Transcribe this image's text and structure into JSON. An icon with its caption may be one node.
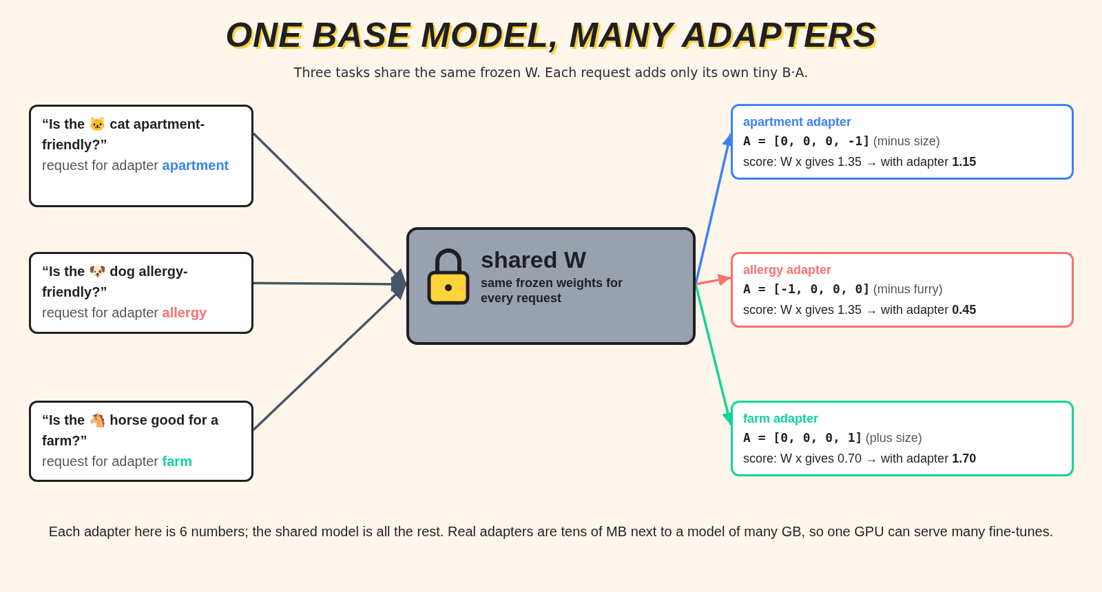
{
  "diagram": {
    "title": "ONE BASE MODEL, MANY ADAPTERS",
    "caption": "Each adapter here is 6 numbers; the shared model is all the rest. Real adapters are tens of MB next to a model of many GB, so one GPU can serve many fine-tunes.",
    "nodes": [
      {
        "text": [
          "“Is the 🐱 cat apartment-friendly?”",
          "request for adapter **apartment**"
        ]
      },
      {
        "text": [
          "“Is the 🐶 dog allergy-friendly?”",
          "request for adapter **allergy**"
        ]
      },
      {
        "text": [
          "“Is the 🐴 horse good for a farm?”",
          "request for adapter **farm**"
        ]
      },
      {
        "text": [
          "shared W",
          "same frozen weights for every request"
        ]
      },
      {
        "text": [
          "apartment adapter",
          "A = [0, 0, 0, -1]",
          "(minus size)",
          "score: W x gives 1.35 → with adapter **1.15**"
        ]
      },
      {
        "text": [
          "allergy adapter",
          "A = [-1, 0, 0, 0]",
          "(minus furry)",
          "score: W x gives 1.35 → with adapter **0.45**"
        ]
      },
      {
        "text": [
          "farm adapter",
          "A = [0, 0, 0, 1]",
          "(plus size)",
          "score: W x gives 0.70 → with adapter **1.70**"
        ]
      }
    ],
    "edges": [
      {
        "from": 0,
        "to": 3,
        "arrow": "to"
      },
      {
        "from": 1,
        "to": 3,
        "arrow": "to"
      },
      {
        "from": 2,
        "to": 3,
        "arrow": "to"
      },
      {
        "from": 3,
        "to": 4,
        "arrow": "to",
        "color": "#3b82f6"
      },
      {
        "from": 3,
        "to": 5,
        "arrow": "to",
        "color": "#f87171"
      },
      {
        "from": 3,
        "to": 6,
        "arrow": "to",
        "color": "#10d49a"
      }
    ],
    "labels": [
      "Three tasks share the same frozen W. Each request adds only its own tiny B·A."
    ]
  }
}
